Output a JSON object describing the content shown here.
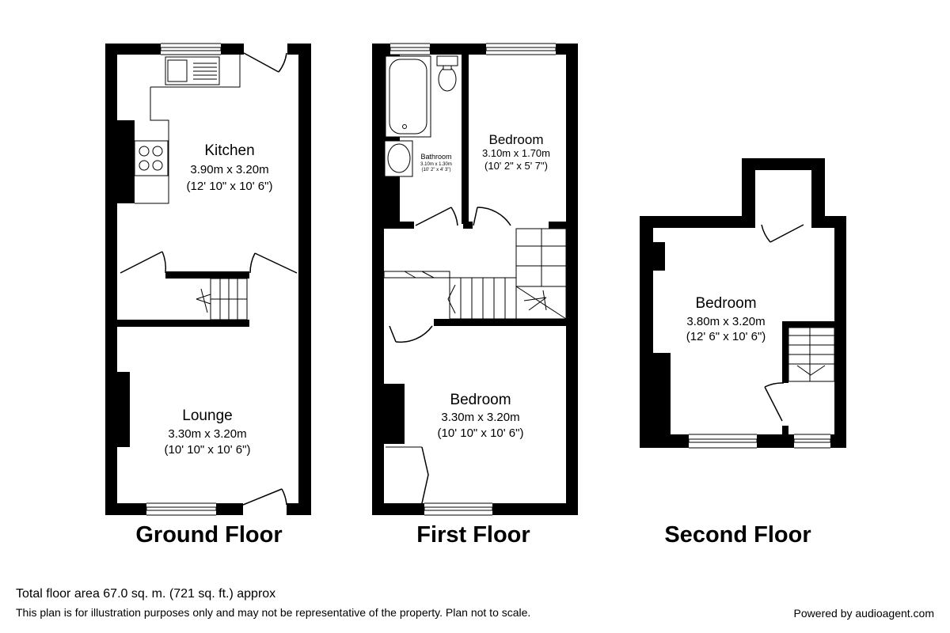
{
  "ground_floor": {
    "title": "Ground Floor",
    "kitchen": {
      "name": "Kitchen",
      "size_m": "3.90m x 3.20m",
      "size_ft": "(12' 10\" x 10' 6\")"
    },
    "lounge": {
      "name": "Lounge",
      "size_m": "3.30m x 3.20m",
      "size_ft": "(10' 10\" x 10' 6\")"
    }
  },
  "first_floor": {
    "title": "First Floor",
    "bathroom": {
      "name": "Bathroom",
      "size_m": "3.10m x 1.30m",
      "size_ft": "(10' 2\" x 4' 3\")"
    },
    "bedroom_small": {
      "name": "Bedroom",
      "size_m": "3.10m x 1.70m",
      "size_ft": "(10' 2\" x 5' 7\")"
    },
    "bedroom_main": {
      "name": "Bedroom",
      "size_m": "3.30m x 3.20m",
      "size_ft": "(10' 10\" x 10' 6\")"
    }
  },
  "second_floor": {
    "title": "Second Floor",
    "bedroom": {
      "name": "Bedroom",
      "size_m": "3.80m x 3.20m",
      "size_ft": "(12' 6\" x 10' 6\")"
    }
  },
  "footer": {
    "total_area": "Total floor area 67.0 sq. m. (721 sq. ft.) approx",
    "disclaimer": "This plan is for illustration purposes only and may not be representative of the property. Plan not to scale.",
    "powered_by": "Powered by audioagent.com"
  }
}
